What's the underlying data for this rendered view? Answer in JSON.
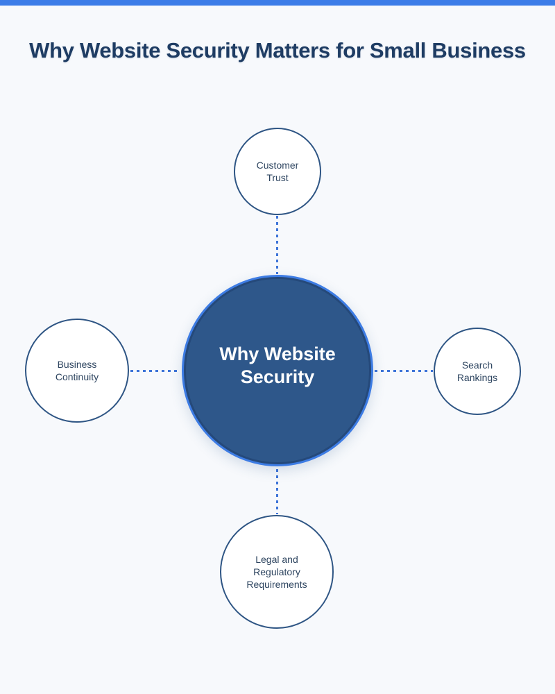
{
  "page": {
    "title": "Why Website Security Matters for Small Business",
    "background_color": "#f7f9fc",
    "top_bar_color": "#3c7de8",
    "title_color": "#1e3c63"
  },
  "diagram": {
    "type": "hub-and-spoke",
    "hub": {
      "label": "Why Website\nSecurity",
      "fill_color": "#2e578a",
      "ring_color": "#3d7ce4",
      "text_color": "#ffffff"
    },
    "spokes": [
      {
        "id": "customer-trust",
        "label": "Customer\nTrust",
        "position": "top"
      },
      {
        "id": "business-continuity",
        "label": "Business\nContinuity",
        "position": "left"
      },
      {
        "id": "search-rankings",
        "label": "Search\nRankings",
        "position": "right"
      },
      {
        "id": "legal-regulatory-requirements",
        "label": "Legal and\nRegulatory\nRequirements",
        "position": "bottom"
      }
    ],
    "spoke_style": {
      "fill_color": "#ffffff",
      "border_color": "#2e5584",
      "text_color": "#2e4560"
    },
    "connector_color": "#3e74d8",
    "connector_style": "dashed"
  }
}
